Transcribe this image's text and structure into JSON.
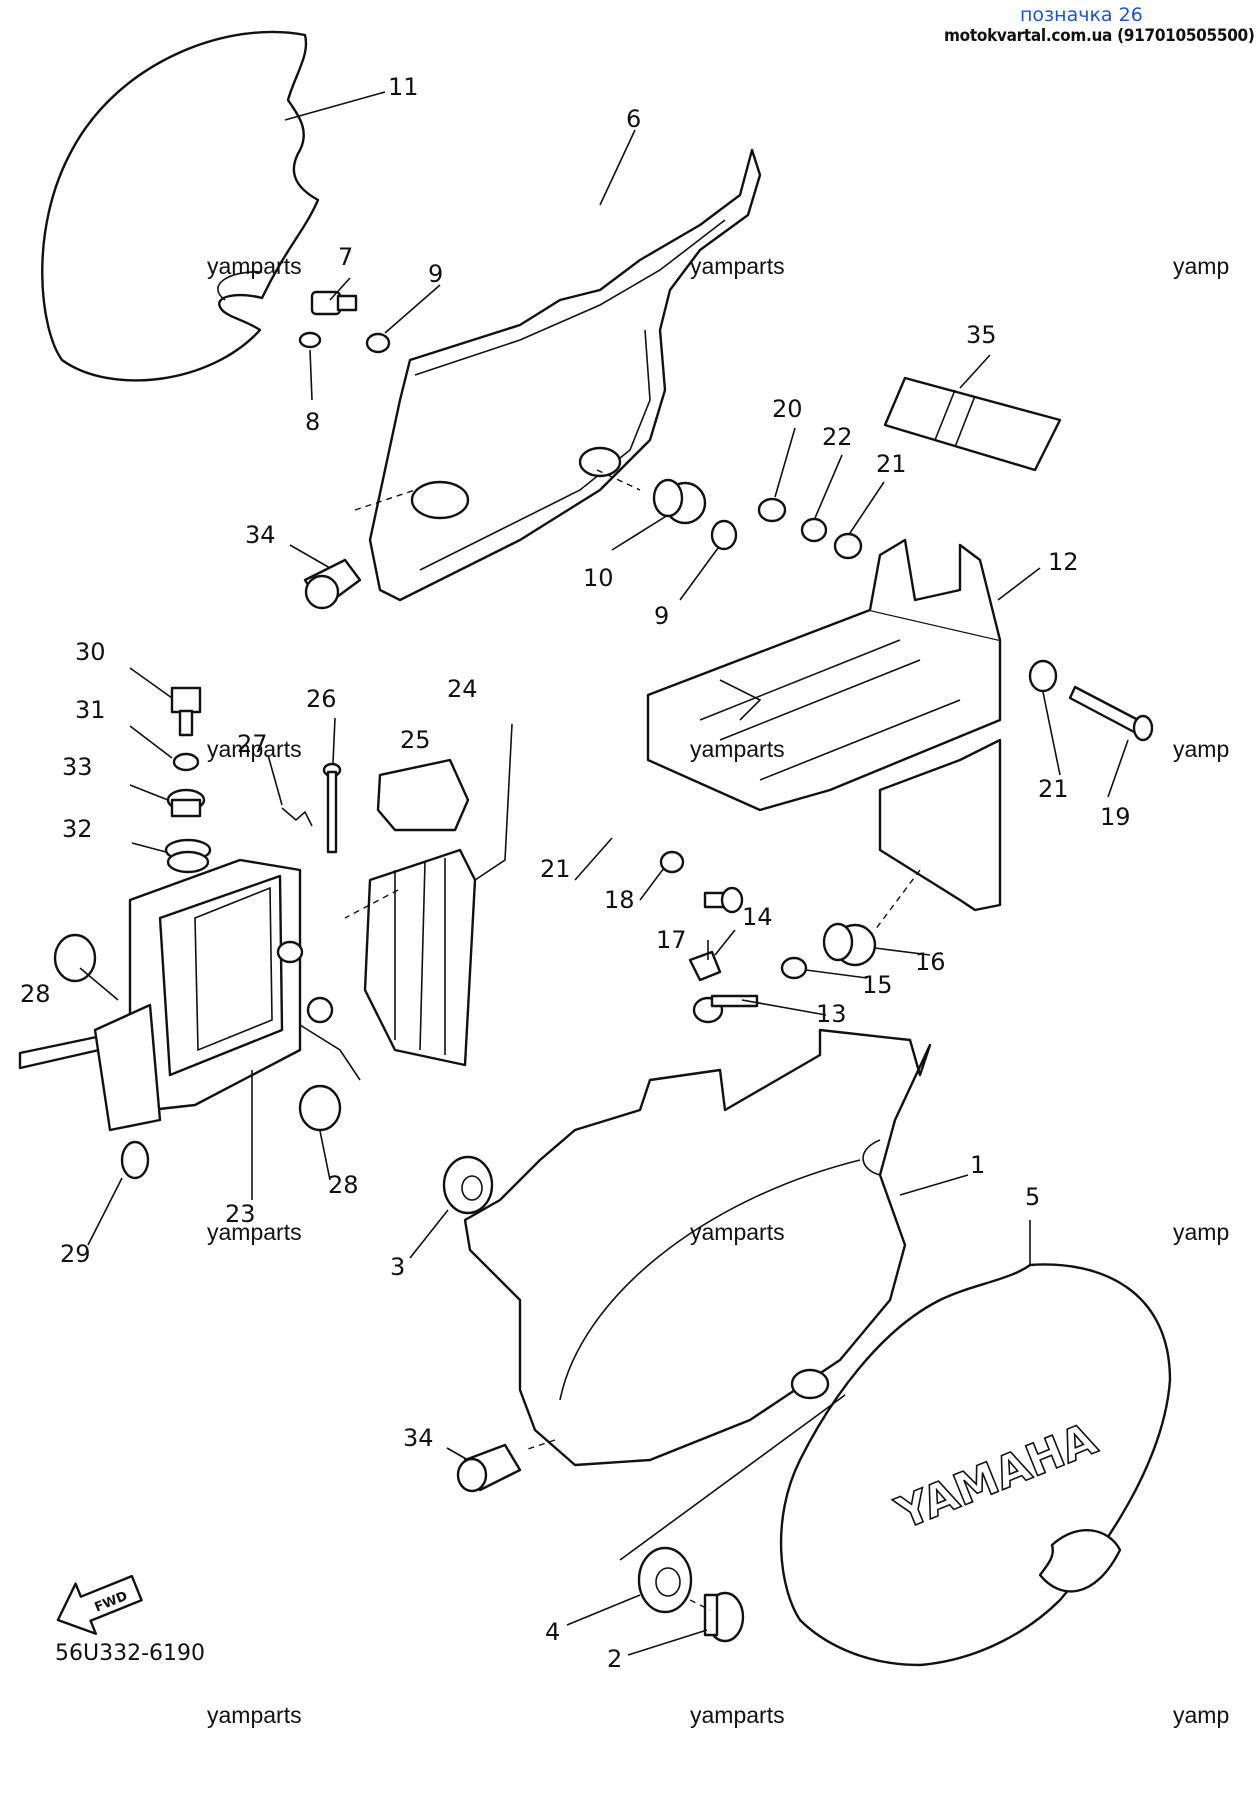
{
  "header": {
    "title": "позначка 26",
    "source": "motokvartal.com.ua (917010505500)"
  },
  "watermarks": [
    "yamparts",
    "yamparts",
    "yamp",
    "yamparts",
    "yamparts",
    "yamp",
    "yamparts",
    "yamparts",
    "yamp",
    "yamparts",
    "yamparts",
    "yamp"
  ],
  "callouts": [
    "11",
    "6",
    "7",
    "9",
    "8",
    "35",
    "20",
    "22",
    "21",
    "34",
    "10",
    "9",
    "12",
    "30",
    "26",
    "24",
    "31",
    "27",
    "25",
    "33",
    "21",
    "19",
    "32",
    "21",
    "18",
    "14",
    "28",
    "17",
    "16",
    "15",
    "13",
    "28",
    "23",
    "1",
    "5",
    "29",
    "3",
    "34",
    "4",
    "2"
  ],
  "part_number": "56U332-6190",
  "fwd_label": "FWD",
  "emblem_text": "YAMAHA",
  "colors": {
    "ink": "#111111",
    "header_blue": "#1a55d6",
    "paper": "#ffffff"
  }
}
